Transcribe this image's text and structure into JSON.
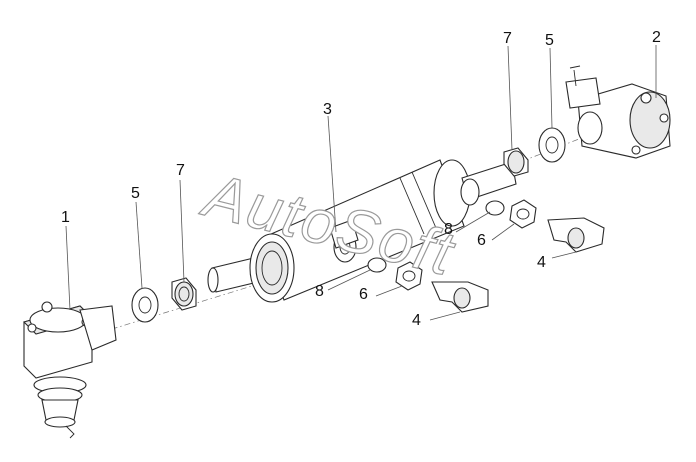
{
  "callouts": [
    {
      "id": "1",
      "label": "1"
    },
    {
      "id": "2",
      "label": "2"
    },
    {
      "id": "3",
      "label": "3"
    },
    {
      "id": "4a",
      "label": "4"
    },
    {
      "id": "4b",
      "label": "4"
    },
    {
      "id": "5a",
      "label": "5"
    },
    {
      "id": "5b",
      "label": "5"
    },
    {
      "id": "6a",
      "label": "6"
    },
    {
      "id": "6b",
      "label": "6"
    },
    {
      "id": "7a",
      "label": "7"
    },
    {
      "id": "7b",
      "label": "7"
    },
    {
      "id": "8a",
      "label": "8"
    },
    {
      "id": "8b",
      "label": "8"
    }
  ],
  "watermark": "AutoSoft"
}
